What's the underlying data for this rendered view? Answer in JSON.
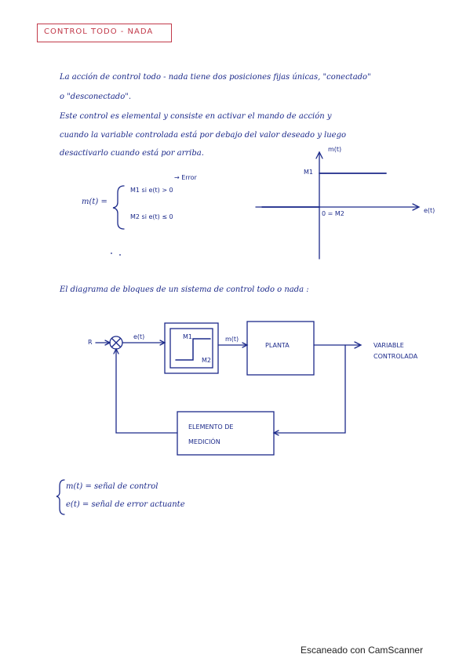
{
  "title": "CONTROL TODO - NADA",
  "paragraphs": [
    "La acción de control todo - nada tiene dos posiciones fijas únicas, \"conectado\"",
    "o \"desconectado\".",
    "Este control es elemental y consiste en activar el mando de acción y",
    "cuando la variable controlada está por debajo del valor deseado y luego",
    "desactivarlo cuando está por arriba."
  ],
  "equation": {
    "lhs": "m(t) =",
    "case1": "M1   si   e(t) > 0",
    "case2": "M2   si   e(t) ≤ 0",
    "error_note": "→ Error"
  },
  "graph": {
    "y_label": "m(t)",
    "x_label": "e(t)",
    "level_label": "M1",
    "origin_label": "0 = M2"
  },
  "diagram_intro": "El diagrama de bloques de un sistema de control todo o nada :",
  "block_diagram": {
    "input_label": "R",
    "error_label": "e(t)",
    "m1_label": "M1",
    "m2_label": "M2",
    "control_label": "m(t)",
    "plant_label": "PLANTA",
    "output_label_1": "VARIABLE",
    "output_label_2": "CONTROLADA",
    "feedback_label_1": "ELEMENTO DE",
    "feedback_label_2": "MEDICIÓN"
  },
  "definitions": [
    "m(t) = señal de control",
    "e(t) = señal de error actuante"
  ],
  "watermark": "Escaneado con CamScanner",
  "colors": {
    "ink": "#1c2a8a",
    "title": "#c23a4a"
  }
}
